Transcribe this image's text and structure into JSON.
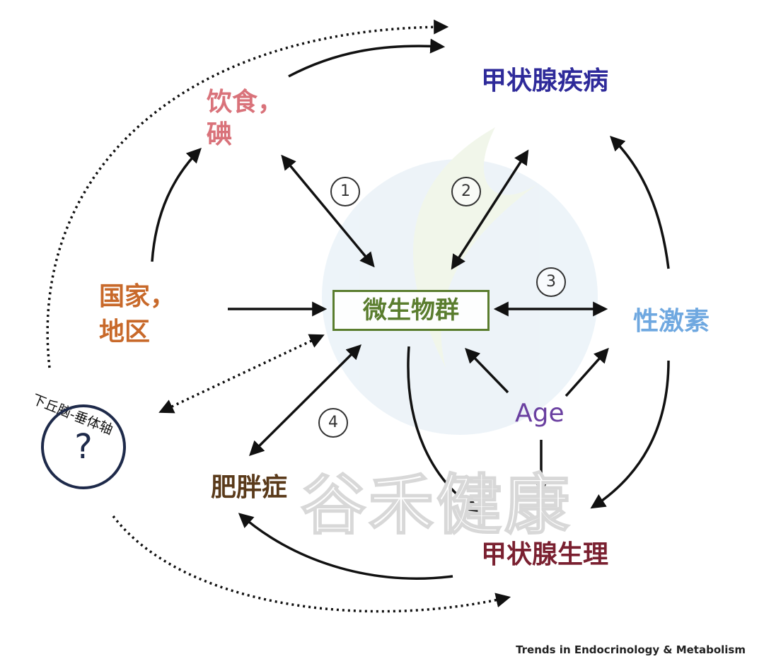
{
  "nodes": {
    "thyroid_disease": "甲状腺疾病",
    "diet_line1": "饮食，",
    "diet_line2": "碘",
    "country_line1": "国家，",
    "country_line2": "地区",
    "microbiota": "微生物群",
    "sex_hormones": "性激素",
    "age": "Age",
    "obesity": "肥胖症",
    "thyroid_physiology": "甲状腺生理",
    "hpa_axis": "下丘脑-垂体轴",
    "unknown": "?"
  },
  "markers": [
    "1",
    "2",
    "3",
    "4"
  ],
  "watermark": "谷禾健康",
  "footer": "Trends in Endocrinology & Metabolism",
  "colors": {
    "thyroid_disease": "#2e2a9a",
    "diet": "#d9727a",
    "country": "#c8692a",
    "microbiota": "#5a7d2e",
    "sex_hormones": "#6fa8e0",
    "age": "#6a3fa0",
    "obesity": "#5a3a1a",
    "thyroid_physiology": "#7a2030"
  }
}
